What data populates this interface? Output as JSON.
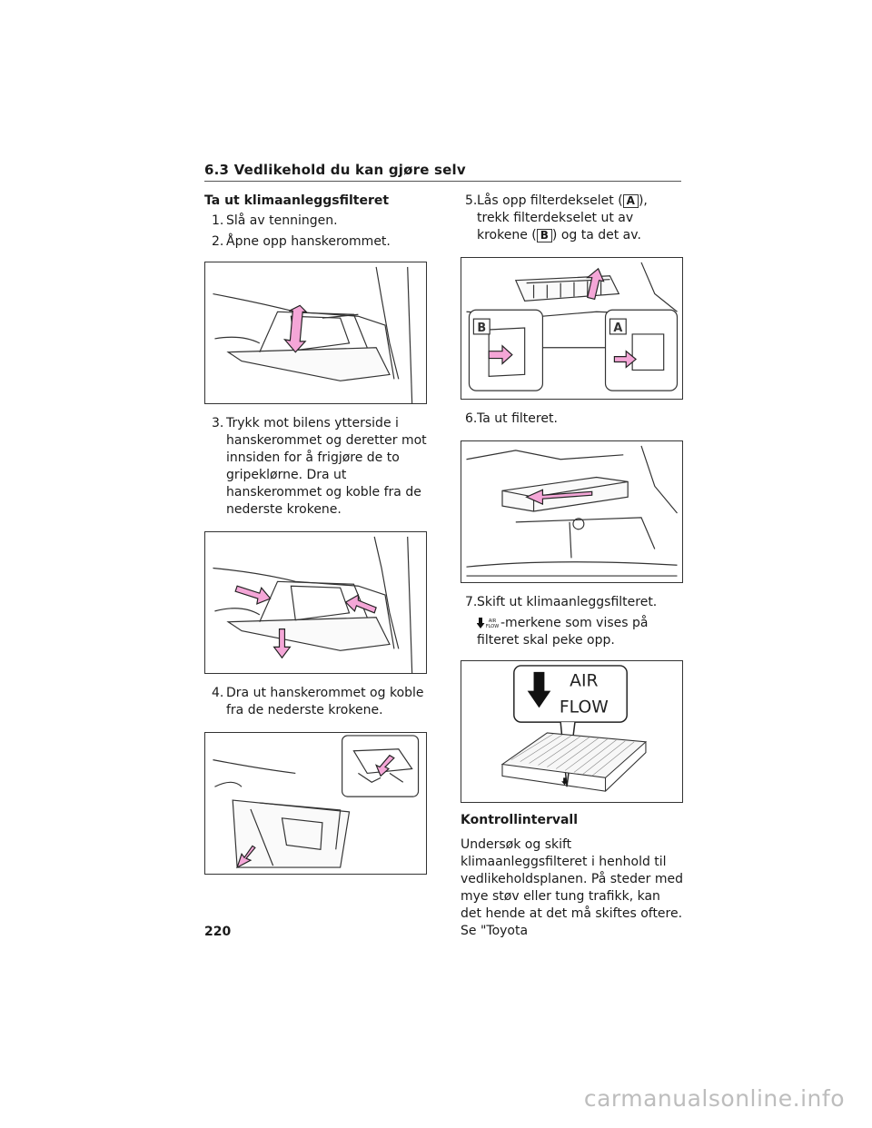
{
  "header": {
    "section": "6.3  Vedlikehold du kan gjøre selv"
  },
  "left": {
    "heading": "Ta ut klimaanleggsfilteret",
    "steps": [
      {
        "num": "1.",
        "text": "Slå av tenningen."
      },
      {
        "num": "2.",
        "text": "Åpne opp hanskerommet."
      },
      {
        "num": "3.",
        "text": "Trykk mot bilens ytterside i hanskerommet og deretter mot innsiden for å frigjøre de to gripeklørne. Dra ut hanskerommet og koble fra de nederste krokene."
      },
      {
        "num": "4.",
        "text": "Dra ut hanskerommet og koble fra de nederste krokene."
      }
    ]
  },
  "right": {
    "step5": {
      "num": "5.",
      "a": "Lås opp filterdekselet (",
      "labelA": "A",
      "b": "), trekk filterdekselet ut av krokene (",
      "labelB": "B",
      "c": ") og ta det av."
    },
    "step6": {
      "num": "6.",
      "text": "Ta ut filteret."
    },
    "step7": {
      "num": "7.",
      "text": "Skift ut klimaanleggsfilteret."
    },
    "airnote": {
      "icon_text_top": "AIR",
      "icon_text_bottom": "FLOW",
      "text": "-merkene som vises på filteret skal peke opp."
    },
    "fig_labels": {
      "a": "A",
      "b": "B"
    },
    "fig_airflow": {
      "air": "AIR",
      "flow": "FLOW"
    },
    "subhead": "Kontrollintervall",
    "para": "Undersøk og skift klimaanleggsfilteret i henhold til vedlikeholdsplanen. På steder med mye støv eller tung trafikk, kan det hende at det må skiftes oftere. Se \"Toyota"
  },
  "page_number": "220",
  "watermark": "carmanualsonline.info",
  "colors": {
    "arrow_fill": "#f4a6d7",
    "arrow_stroke": "#222222",
    "line": "#333333"
  }
}
